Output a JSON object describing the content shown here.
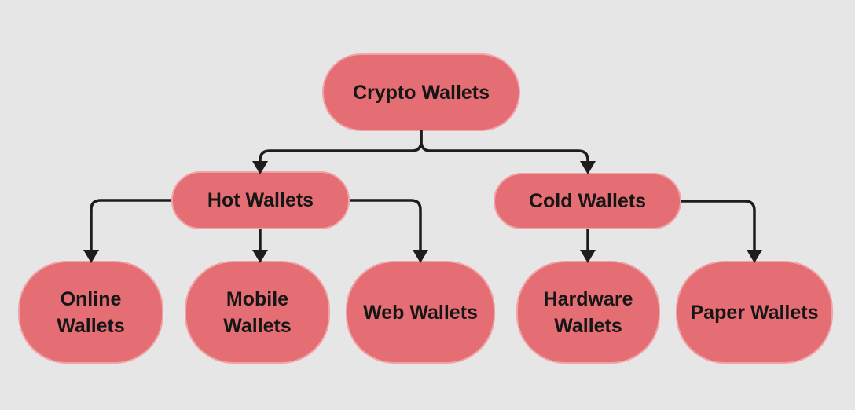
{
  "diagram": {
    "nodes": {
      "root": {
        "label": "Crypto Wallets"
      },
      "hot": {
        "label": "Hot Wallets"
      },
      "cold": {
        "label": "Cold Wallets"
      },
      "online": {
        "label": "Online Wallets"
      },
      "mobile": {
        "label": "Mobile Wallets"
      },
      "web": {
        "label": "Web Wallets"
      },
      "hardware": {
        "label": "Hardware Wallets"
      },
      "paper": {
        "label": "Paper Wallets"
      }
    },
    "edges": [
      {
        "from": "Crypto Wallets",
        "to": "Hot Wallets"
      },
      {
        "from": "Crypto Wallets",
        "to": "Cold Wallets"
      },
      {
        "from": "Hot Wallets",
        "to": "Online Wallets"
      },
      {
        "from": "Hot Wallets",
        "to": "Mobile Wallets"
      },
      {
        "from": "Hot Wallets",
        "to": "Web Wallets"
      },
      {
        "from": "Cold Wallets",
        "to": "Hardware Wallets"
      },
      {
        "from": "Cold Wallets",
        "to": "Paper Wallets"
      }
    ],
    "colors": {
      "background": "#e7e6e6",
      "node_fill": "#e56d74",
      "node_border": "#f0a3a7",
      "node_text": "#161616",
      "connector": "#1d1d1d"
    }
  }
}
